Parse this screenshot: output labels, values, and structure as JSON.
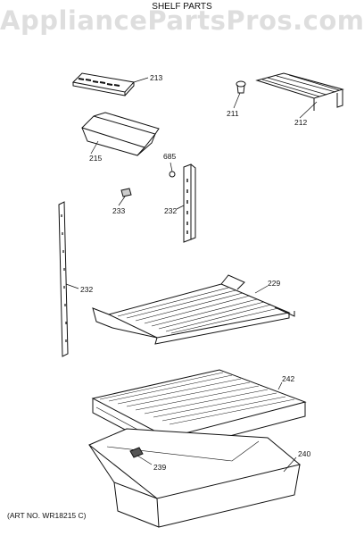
{
  "watermark": "AppliancePartsPros.com",
  "title": "SHELF PARTS",
  "art_no": "(ART NO. WR18215 C)",
  "callouts": {
    "p213": "213",
    "p211": "211",
    "p212": "212",
    "p215": "215",
    "p685": "685",
    "p233": "233",
    "p232a": "232",
    "p232b": "232",
    "p229": "229",
    "p242": "242",
    "p239": "239",
    "p240": "240"
  }
}
